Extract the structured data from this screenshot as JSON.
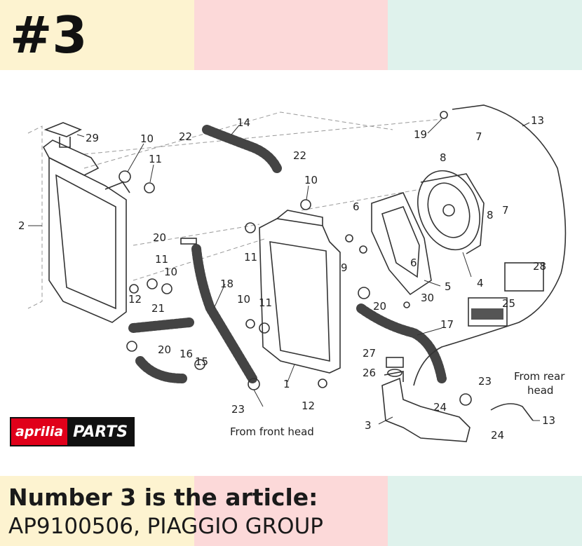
{
  "header": {
    "label": "#3"
  },
  "caption": {
    "line1": "Number 3 is the article:",
    "line2": "AP9100506, PIAGGIO GROUP"
  },
  "logo": {
    "brand": "aprilia",
    "parts": "PARTS"
  },
  "diagram": {
    "callouts": [
      {
        "id": "c29",
        "text": "29"
      },
      {
        "id": "c2",
        "text": "2"
      },
      {
        "id": "c10a",
        "text": "10"
      },
      {
        "id": "c11a",
        "text": "11"
      },
      {
        "id": "c22a",
        "text": "22"
      },
      {
        "id": "c14",
        "text": "14"
      },
      {
        "id": "c22b",
        "text": "22"
      },
      {
        "id": "c10b",
        "text": "10"
      },
      {
        "id": "c19",
        "text": "19"
      },
      {
        "id": "c13a",
        "text": "13"
      },
      {
        "id": "c7a",
        "text": "7"
      },
      {
        "id": "c8a",
        "text": "8"
      },
      {
        "id": "c6a",
        "text": "6"
      },
      {
        "id": "c8b",
        "text": "8"
      },
      {
        "id": "c7b",
        "text": "7"
      },
      {
        "id": "c20a",
        "text": "20"
      },
      {
        "id": "c11b",
        "text": "11"
      },
      {
        "id": "c9",
        "text": "9"
      },
      {
        "id": "c6b",
        "text": "6"
      },
      {
        "id": "c5",
        "text": "5"
      },
      {
        "id": "c4",
        "text": "4"
      },
      {
        "id": "c28",
        "text": "28"
      },
      {
        "id": "c11c",
        "text": "11"
      },
      {
        "id": "c10c",
        "text": "10"
      },
      {
        "id": "c12a",
        "text": "12"
      },
      {
        "id": "c18",
        "text": "18"
      },
      {
        "id": "c21",
        "text": "21"
      },
      {
        "id": "c10d",
        "text": "10"
      },
      {
        "id": "c11d",
        "text": "11"
      },
      {
        "id": "c30",
        "text": "30"
      },
      {
        "id": "c20b",
        "text": "20"
      },
      {
        "id": "c25",
        "text": "25"
      },
      {
        "id": "c17",
        "text": "17"
      },
      {
        "id": "c20c",
        "text": "20"
      },
      {
        "id": "c16",
        "text": "16"
      },
      {
        "id": "c15",
        "text": "15"
      },
      {
        "id": "c1",
        "text": "1"
      },
      {
        "id": "c27",
        "text": "27"
      },
      {
        "id": "c26",
        "text": "26"
      },
      {
        "id": "c23a",
        "text": "23"
      },
      {
        "id": "c23b",
        "text": "23"
      },
      {
        "id": "c12b",
        "text": "12"
      },
      {
        "id": "c24a",
        "text": "24"
      },
      {
        "id": "c3",
        "text": "3"
      },
      {
        "id": "c24b",
        "text": "24"
      },
      {
        "id": "c13b",
        "text": "13"
      }
    ],
    "notes": {
      "front_head": "From front head",
      "rear_head_line1": "From rear",
      "rear_head_line2": "head"
    }
  }
}
